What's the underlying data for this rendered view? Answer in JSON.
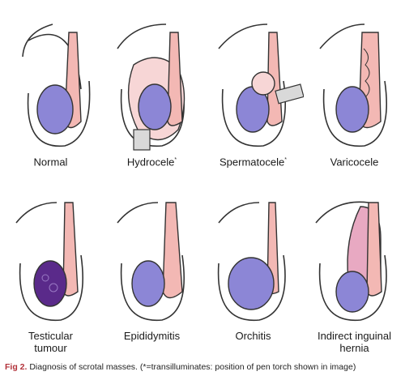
{
  "panels": [
    {
      "label": "Normal",
      "mark": ""
    },
    {
      "label": "Hydrocele",
      "mark": "*"
    },
    {
      "label": "Spermatocele",
      "mark": "*"
    },
    {
      "label": "Varicocele",
      "mark": ""
    },
    {
      "label_line1": "Testicular",
      "label_line2": "tumour"
    },
    {
      "label": "Epididymitis"
    },
    {
      "label": "Orchitis"
    },
    {
      "label_line1": "Indirect inguinal",
      "label_line2": "hernia"
    }
  ],
  "caption": {
    "fig": "Fig 2.",
    "text": "Diagnosis of scrotal masses. (*=transilluminates: position of pen torch shown in image)"
  },
  "colors": {
    "testis": "#8c86d6",
    "cord": "#f3b8b4",
    "tumour": "#5a2a8a",
    "fluid": "#f7d6d6",
    "outline": "#333333"
  }
}
